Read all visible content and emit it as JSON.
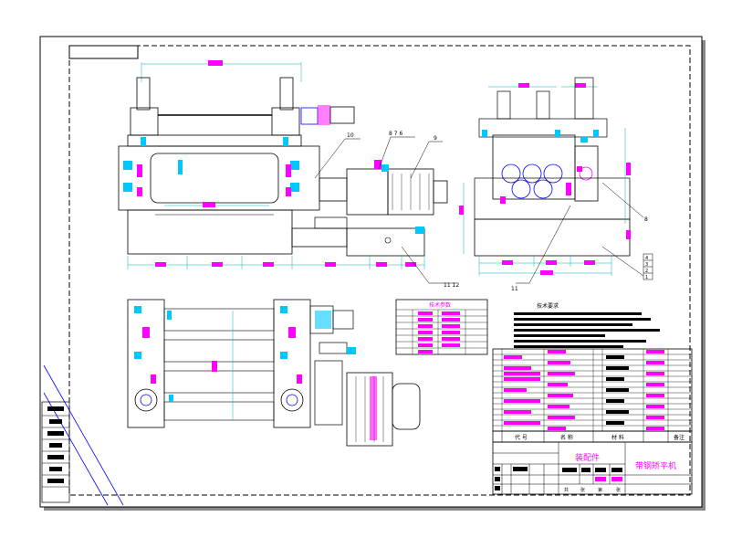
{
  "drawing": {
    "title_block": {
      "part_type": "装配件",
      "machine_name": "带钢矫平机"
    },
    "tech_requirements_title": "技术要求",
    "table_title": "技术参数",
    "callouts": {
      "c10": "10",
      "c_group": "8 7 6",
      "c9": "9",
      "c_bottom": "11 12",
      "c_right": "8",
      "c_11": "11",
      "c_stack": [
        "4",
        "3",
        "2",
        "1"
      ]
    },
    "bom_headers": {
      "code": "代 号",
      "name": "名 称",
      "material": "材 料",
      "remark": "备注"
    },
    "sheet": {
      "a": "共",
      "b": "张",
      "c": "第",
      "d": "张"
    },
    "colors": {
      "magenta": "#ff00ff",
      "cyan": "#00c8ff",
      "dim": "#00b0b0",
      "red": "#e00000",
      "blue": "#0000ff",
      "line": "#000000"
    }
  }
}
